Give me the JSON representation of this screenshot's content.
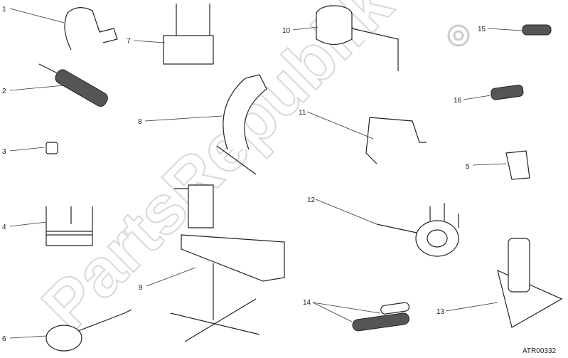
{
  "diagram": {
    "code": "ATR00332",
    "watermark": "PartsRepublik",
    "callouts": [
      {
        "id": "1",
        "label": "1"
      },
      {
        "id": "2",
        "label": "2"
      },
      {
        "id": "3",
        "label": "3"
      },
      {
        "id": "4",
        "label": "4"
      },
      {
        "id": "5",
        "label": "5"
      },
      {
        "id": "6",
        "label": "6"
      },
      {
        "id": "7",
        "label": "7"
      },
      {
        "id": "8",
        "label": "8"
      },
      {
        "id": "9",
        "label": "9"
      },
      {
        "id": "10",
        "label": "10"
      },
      {
        "id": "11",
        "label": "11"
      },
      {
        "id": "12",
        "label": "12"
      },
      {
        "id": "13",
        "label": "13"
      },
      {
        "id": "14",
        "label": "14"
      },
      {
        "id": "15",
        "label": "15"
      },
      {
        "id": "16",
        "label": "16"
      }
    ]
  }
}
